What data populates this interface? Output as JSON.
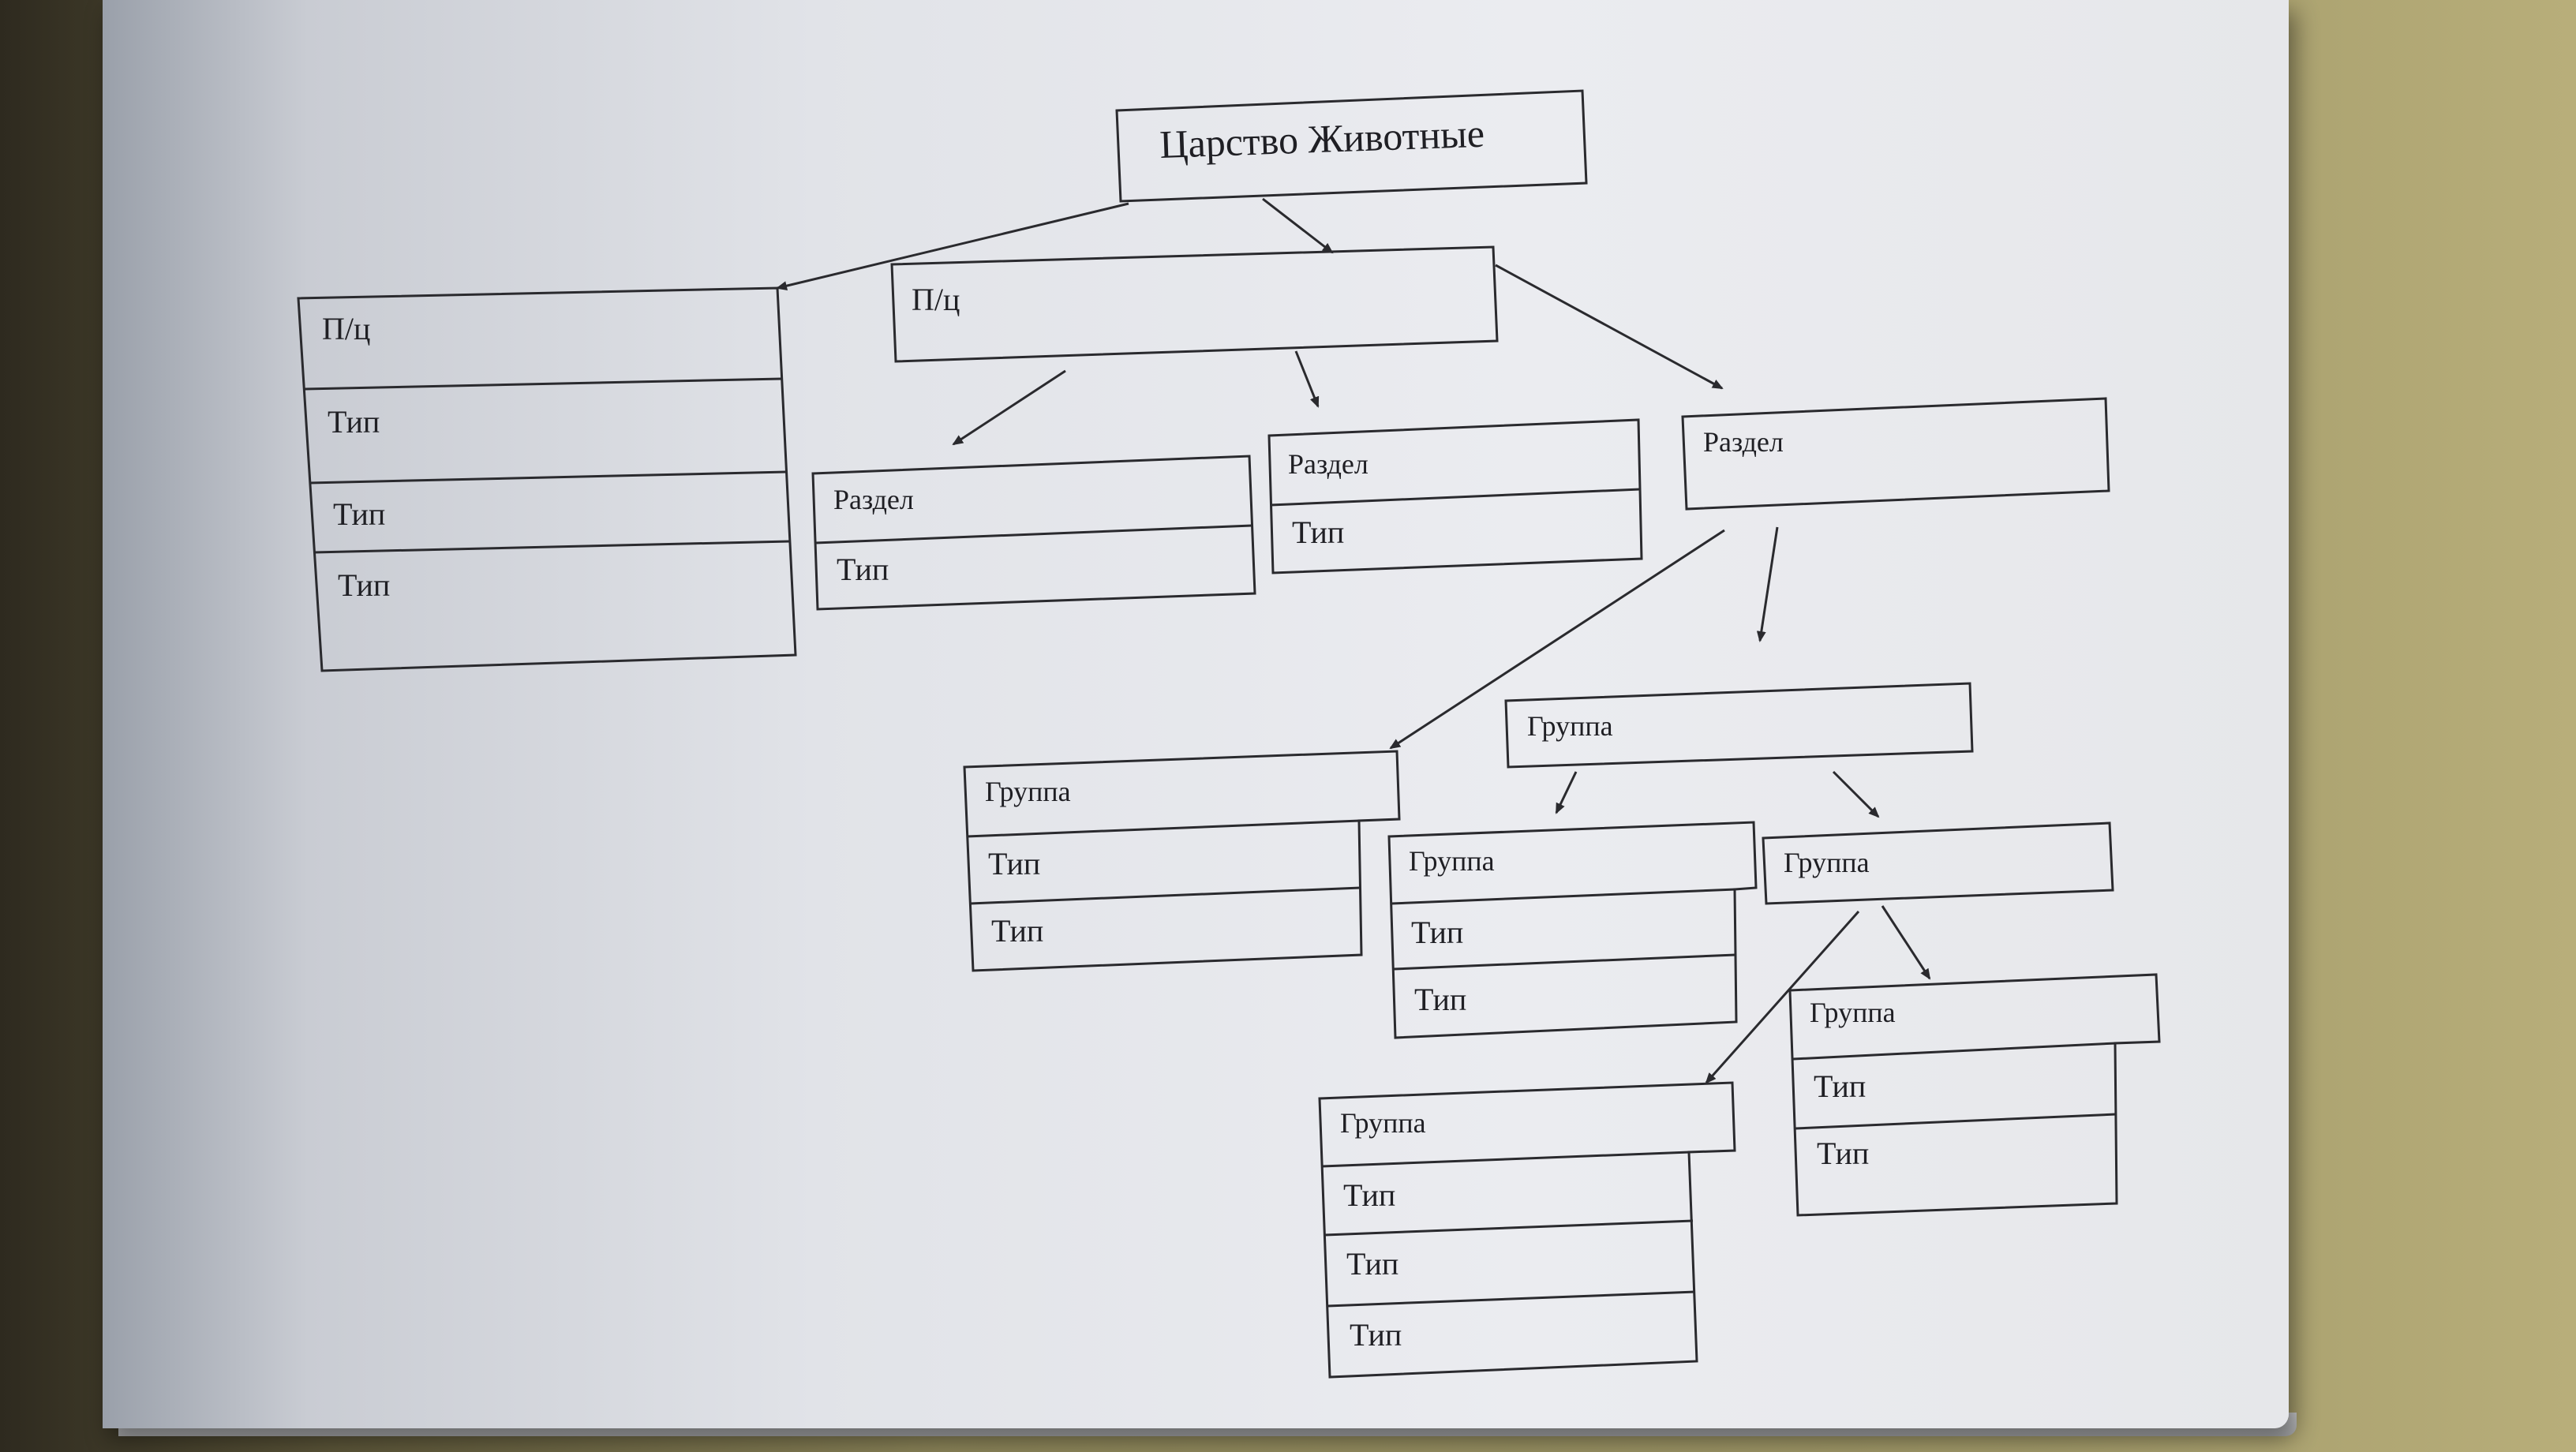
{
  "root": {
    "label": "Царство Животные"
  },
  "subkingdom_left": {
    "header": "П/ц",
    "rows": [
      "Тип",
      "Тип",
      "Тип"
    ]
  },
  "subkingdom_center": {
    "header": "П/ц"
  },
  "section_a": {
    "header": "Раздел",
    "rows": [
      "Тип"
    ]
  },
  "section_b": {
    "header": "Раздел",
    "rows": [
      "Тип"
    ]
  },
  "section_c": {
    "header": "Раздел"
  },
  "group_left": {
    "header": "Группа",
    "rows": [
      "Тип",
      "Тип"
    ]
  },
  "group_top": {
    "header": "Группа"
  },
  "group_mid": {
    "header": "Группа",
    "rows": [
      "Тип",
      "Тип"
    ]
  },
  "group_right": {
    "header": "Группа"
  },
  "group_bottom": {
    "header": "Группа",
    "rows": [
      "Тип",
      "Тип",
      "Тип"
    ]
  },
  "group_far_right": {
    "header": "Группа",
    "rows": [
      "Тип",
      "Тип"
    ]
  }
}
